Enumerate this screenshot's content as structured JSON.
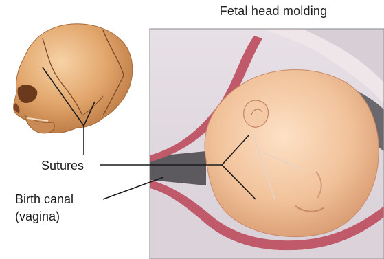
{
  "title": "Fetal head molding",
  "labels": {
    "sutures": "Sutures",
    "birth_canal": "Birth canal",
    "vagina": "(vagina)"
  }
}
